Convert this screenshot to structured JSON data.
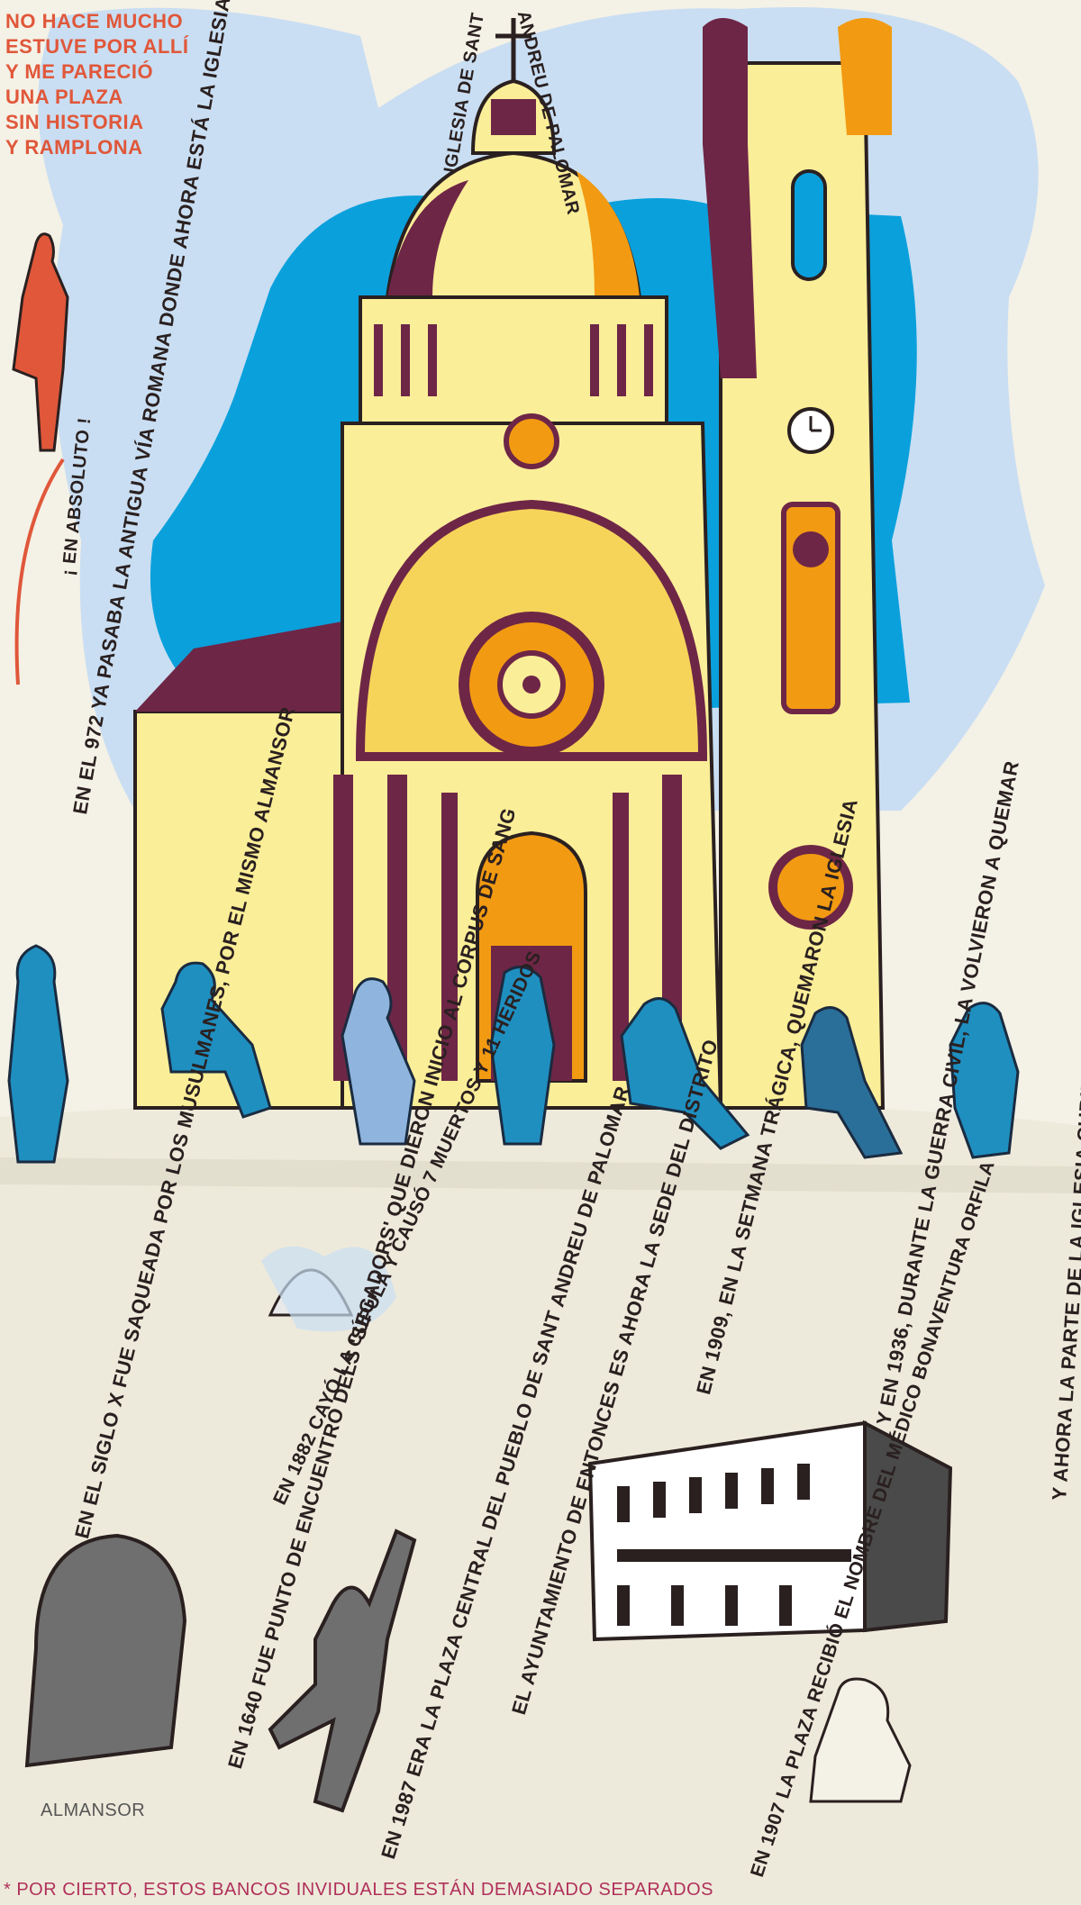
{
  "speech_woman": [
    "NO HACE MUCHO",
    "ESTUVE POR ALLÍ",
    "Y ME PARECIÓ",
    "UNA PLAZA",
    "SIN HISTORIA",
    "Y RAMPLONA"
  ],
  "reply": "¡ EN ABSOLUTO !",
  "church_label": {
    "left": "IGLESIA DE SANT",
    "right": "ANDREU DE PALOMAR"
  },
  "captions": {
    "c972": "EN EL 972 YA PASABA LA ANTIGUA VÍA ROMANA DONDE AHORA ESTÁ LA IGLESIA",
    "cX": "EN EL SIGLO X FUE SAQUEADA POR LOS MUSULMANES, POR EL MISMO ALMANSOR",
    "c1640": "EN 1640 FUE PUNTO DE ENCUENTRO DELS 'SEGADORS' QUE DIERON INICIO AL CORPUS DE SANG",
    "c1882": "EN 1882 CAYÓ LA CÚPULA Y CAUSÓ 7 MUERTOS Y 11 HERIDOS",
    "c1987": "EN 1987 ERA LA PLAZA CENTRAL DEL PUEBLO DE SANT ANDREU DE PALOMAR",
    "cAyto": "EL AYUNTAMIENTO DE ENTONCES ES AHORA LA SEDE DEL DISTRITO",
    "c1909": "EN 1909, EN LA SETMANA TRÁGICA, QUEMARON LA IGLESIA",
    "c1936": "Y EN 1936, DURANTE LA GUERRA CIVIL, LA VOLVIERON A QUEMAR",
    "cAhora": "Y AHORA LA PARTE DE LA IGLESIA CUBIERTA POR LA CÚPULA NO SE UTILIZA POR SU MAL ESTADO*",
    "c1907": "EN 1907 LA PLAZA RECIBIÓ EL NOMBRE DEL MÉDICO BONAVENTURA ORFILA"
  },
  "almansor_label": "ALMANSOR",
  "footnote": "* POR CIERTO, ESTOS BANCOS INVIDUALES ESTÁN DEMASIADO SEPARADOS",
  "colors": {
    "sky": "#c9def2",
    "blue": "#0aa0dc",
    "stone": "#fbee98",
    "orange": "#f29a12",
    "wine": "#6e2646",
    "red": "#e0573a",
    "figure": "#1f8fc0"
  }
}
